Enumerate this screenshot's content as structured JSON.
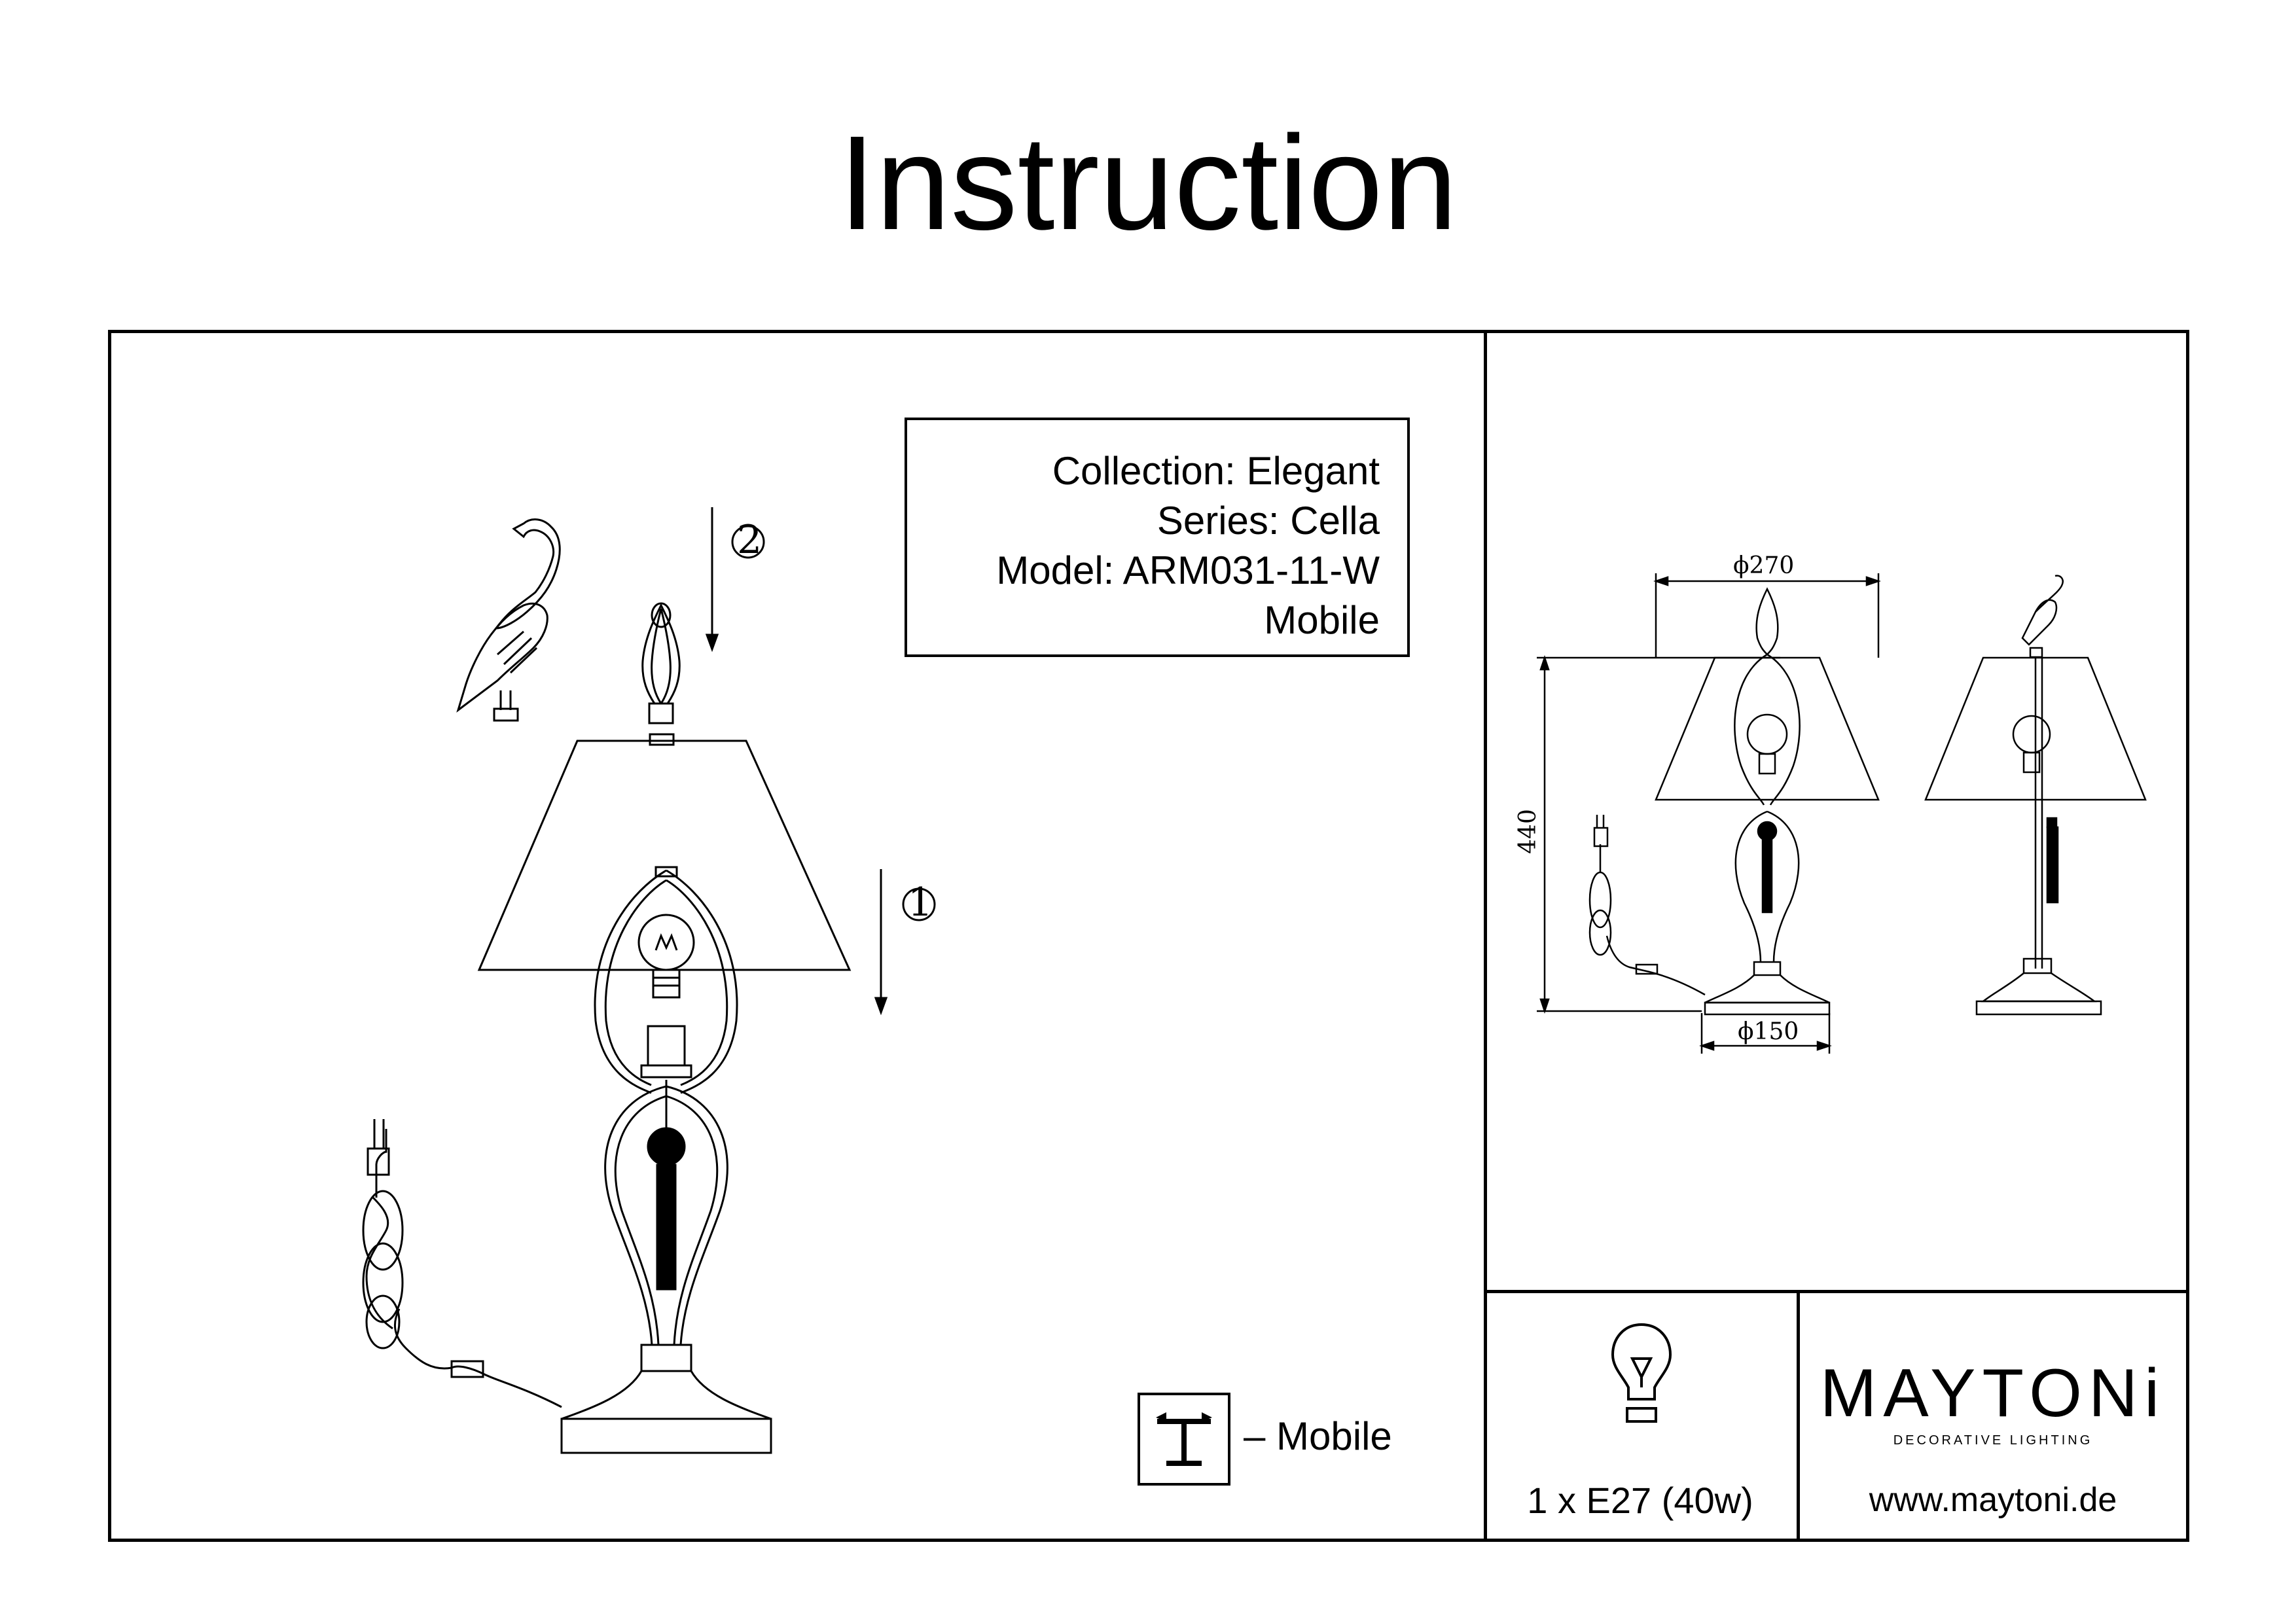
{
  "page": {
    "title": "Instruction"
  },
  "info": {
    "collection": "Collection: Elegant",
    "series": "Series: Cella",
    "model": "Model: ARM031-11-W",
    "type": "Mobile"
  },
  "assembly": {
    "step1": "1",
    "step2": "2"
  },
  "legend": {
    "mobile_icon": "mobile-lamp-icon",
    "mobile_label": "– Mobile"
  },
  "dimensions": {
    "shade_diameter": "ϕ270",
    "height": "440",
    "base_diameter": "ϕ150"
  },
  "bulb": {
    "icon": "light-bulb-icon",
    "spec": "1 x E27 (40w)"
  },
  "brand": {
    "name": "MAYTONi",
    "tagline": "DECORATIVE LIGHTING",
    "website": "www.maytoni.de"
  }
}
